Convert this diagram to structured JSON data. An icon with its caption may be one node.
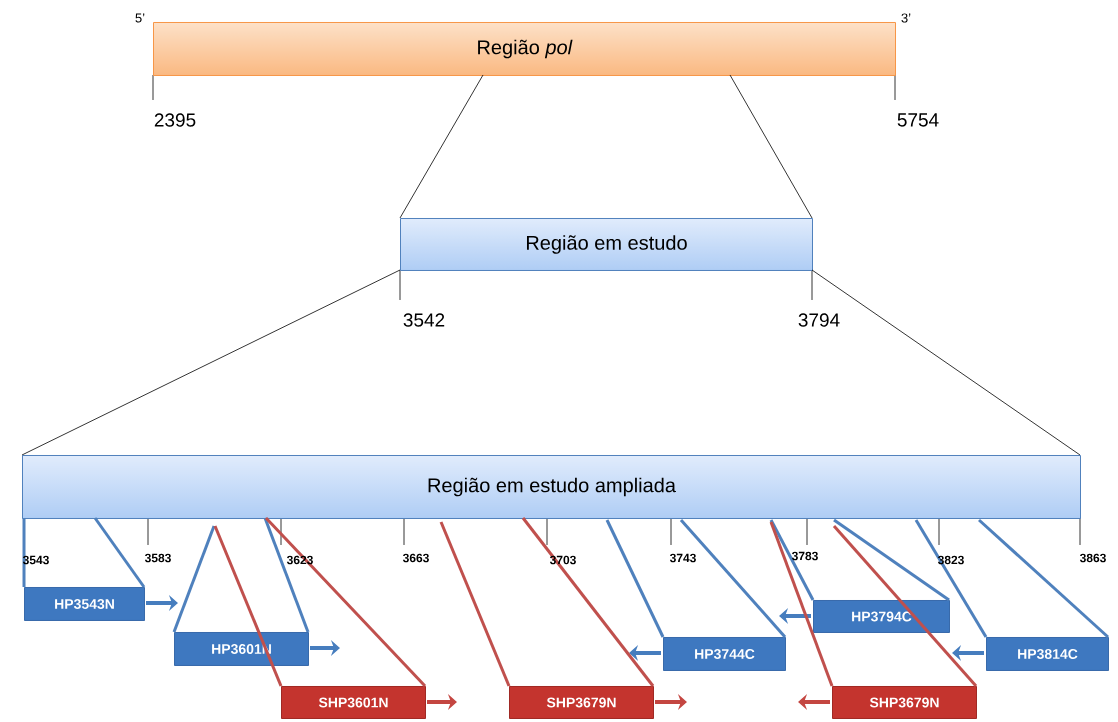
{
  "diagram": {
    "nodes": [
      {
        "text": [
          "Região *pol*"
        ],
        "beside": [
          "5’",
          "3’",
          "2395",
          "5754"
        ]
      },
      {
        "text": [
          "Região em estudo"
        ],
        "beside": [
          "3542",
          "3794"
        ]
      },
      {
        "text": [
          "Região em estudo ampliada"
        ],
        "beside": [
          "3543",
          "3583",
          "3623",
          "3663",
          "3703",
          "3743",
          "3783",
          "3823",
          "3863"
        ]
      },
      {
        "text": [
          "HP3543N"
        ]
      },
      {
        "text": [
          "HP3601N"
        ]
      },
      {
        "text": [
          "SHP3601N"
        ]
      },
      {
        "text": [
          "SHP3679N"
        ]
      },
      {
        "text": [
          "HP3744C"
        ]
      },
      {
        "text": [
          "HP3794C"
        ]
      },
      {
        "text": [
          "HP3814C"
        ]
      },
      {
        "text": [
          "SHP3679N"
        ]
      }
    ],
    "edges": [
      {
        "from": 0,
        "to": 1,
        "arrow": "none",
        "color": "#000000"
      },
      {
        "from": 0,
        "to": 1,
        "arrow": "none",
        "color": "#000000"
      },
      {
        "from": 1,
        "to": 2,
        "arrow": "none",
        "color": "#000000"
      },
      {
        "from": 1,
        "to": 2,
        "arrow": "none",
        "color": "#000000"
      },
      {
        "from": 3,
        "to": 2,
        "arrow": "none",
        "color": "#4f81bd"
      },
      {
        "from": 3,
        "to": 2,
        "arrow": "none",
        "color": "#4f81bd"
      },
      {
        "from": 4,
        "to": 2,
        "arrow": "none",
        "color": "#4f81bd"
      },
      {
        "from": 4,
        "to": 2,
        "arrow": "none",
        "color": "#4f81bd"
      },
      {
        "from": 5,
        "to": 2,
        "arrow": "none",
        "color": "#c0504d"
      },
      {
        "from": 5,
        "to": 2,
        "arrow": "none",
        "color": "#c0504d"
      },
      {
        "from": 6,
        "to": 2,
        "arrow": "none",
        "color": "#c0504d"
      },
      {
        "from": 6,
        "to": 2,
        "arrow": "none",
        "color": "#c0504d"
      },
      {
        "from": 7,
        "to": 2,
        "arrow": "none",
        "color": "#4f81bd"
      },
      {
        "from": 7,
        "to": 2,
        "arrow": "none",
        "color": "#4f81bd"
      },
      {
        "from": 8,
        "to": 2,
        "arrow": "none",
        "color": "#4f81bd"
      },
      {
        "from": 8,
        "to": 2,
        "arrow": "none",
        "color": "#4f81bd"
      },
      {
        "from": 9,
        "to": 2,
        "arrow": "none",
        "color": "#4f81bd"
      },
      {
        "from": 9,
        "to": 2,
        "arrow": "none",
        "color": "#4f81bd"
      },
      {
        "from": 10,
        "to": 2,
        "arrow": "none",
        "color": "#c0504d"
      },
      {
        "from": 10,
        "to": 2,
        "arrow": "none",
        "color": "#c0504d"
      }
    ]
  }
}
